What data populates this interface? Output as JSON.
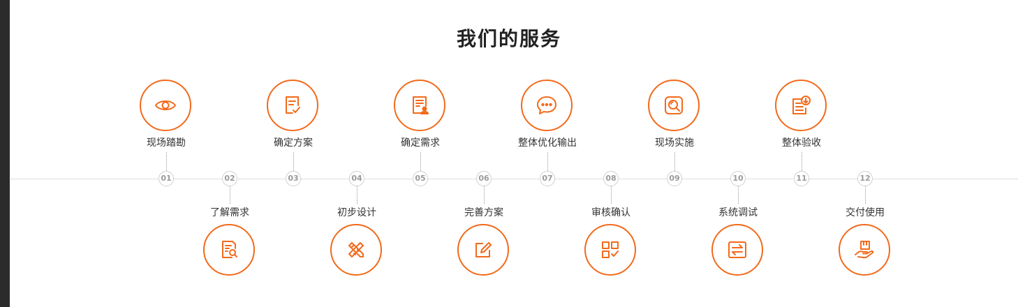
{
  "page": {
    "title": "我们的服务",
    "accent_color": "#f26a1b"
  },
  "steps": [
    {
      "number": "01",
      "label": "现场踏勘",
      "icon": "eye-icon"
    },
    {
      "number": "02",
      "label": "了解需求",
      "icon": "document-search-icon"
    },
    {
      "number": "03",
      "label": "确定方案",
      "icon": "document-check-icon"
    },
    {
      "number": "04",
      "label": "初步设计",
      "icon": "pencil-ruler-icon"
    },
    {
      "number": "05",
      "label": "确定需求",
      "icon": "document-user-icon"
    },
    {
      "number": "06",
      "label": "完善方案",
      "icon": "edit-icon"
    },
    {
      "number": "07",
      "label": "整体优化输出",
      "icon": "chat-bubble-icon"
    },
    {
      "number": "08",
      "label": "审核确认",
      "icon": "grid-check-icon"
    },
    {
      "number": "09",
      "label": "现场实施",
      "icon": "magnifier-icon"
    },
    {
      "number": "10",
      "label": "系统调试",
      "icon": "exchange-icon"
    },
    {
      "number": "11",
      "label": "整体验收",
      "icon": "document-download-icon"
    },
    {
      "number": "12",
      "label": "交付使用",
      "icon": "hand-box-icon"
    }
  ]
}
